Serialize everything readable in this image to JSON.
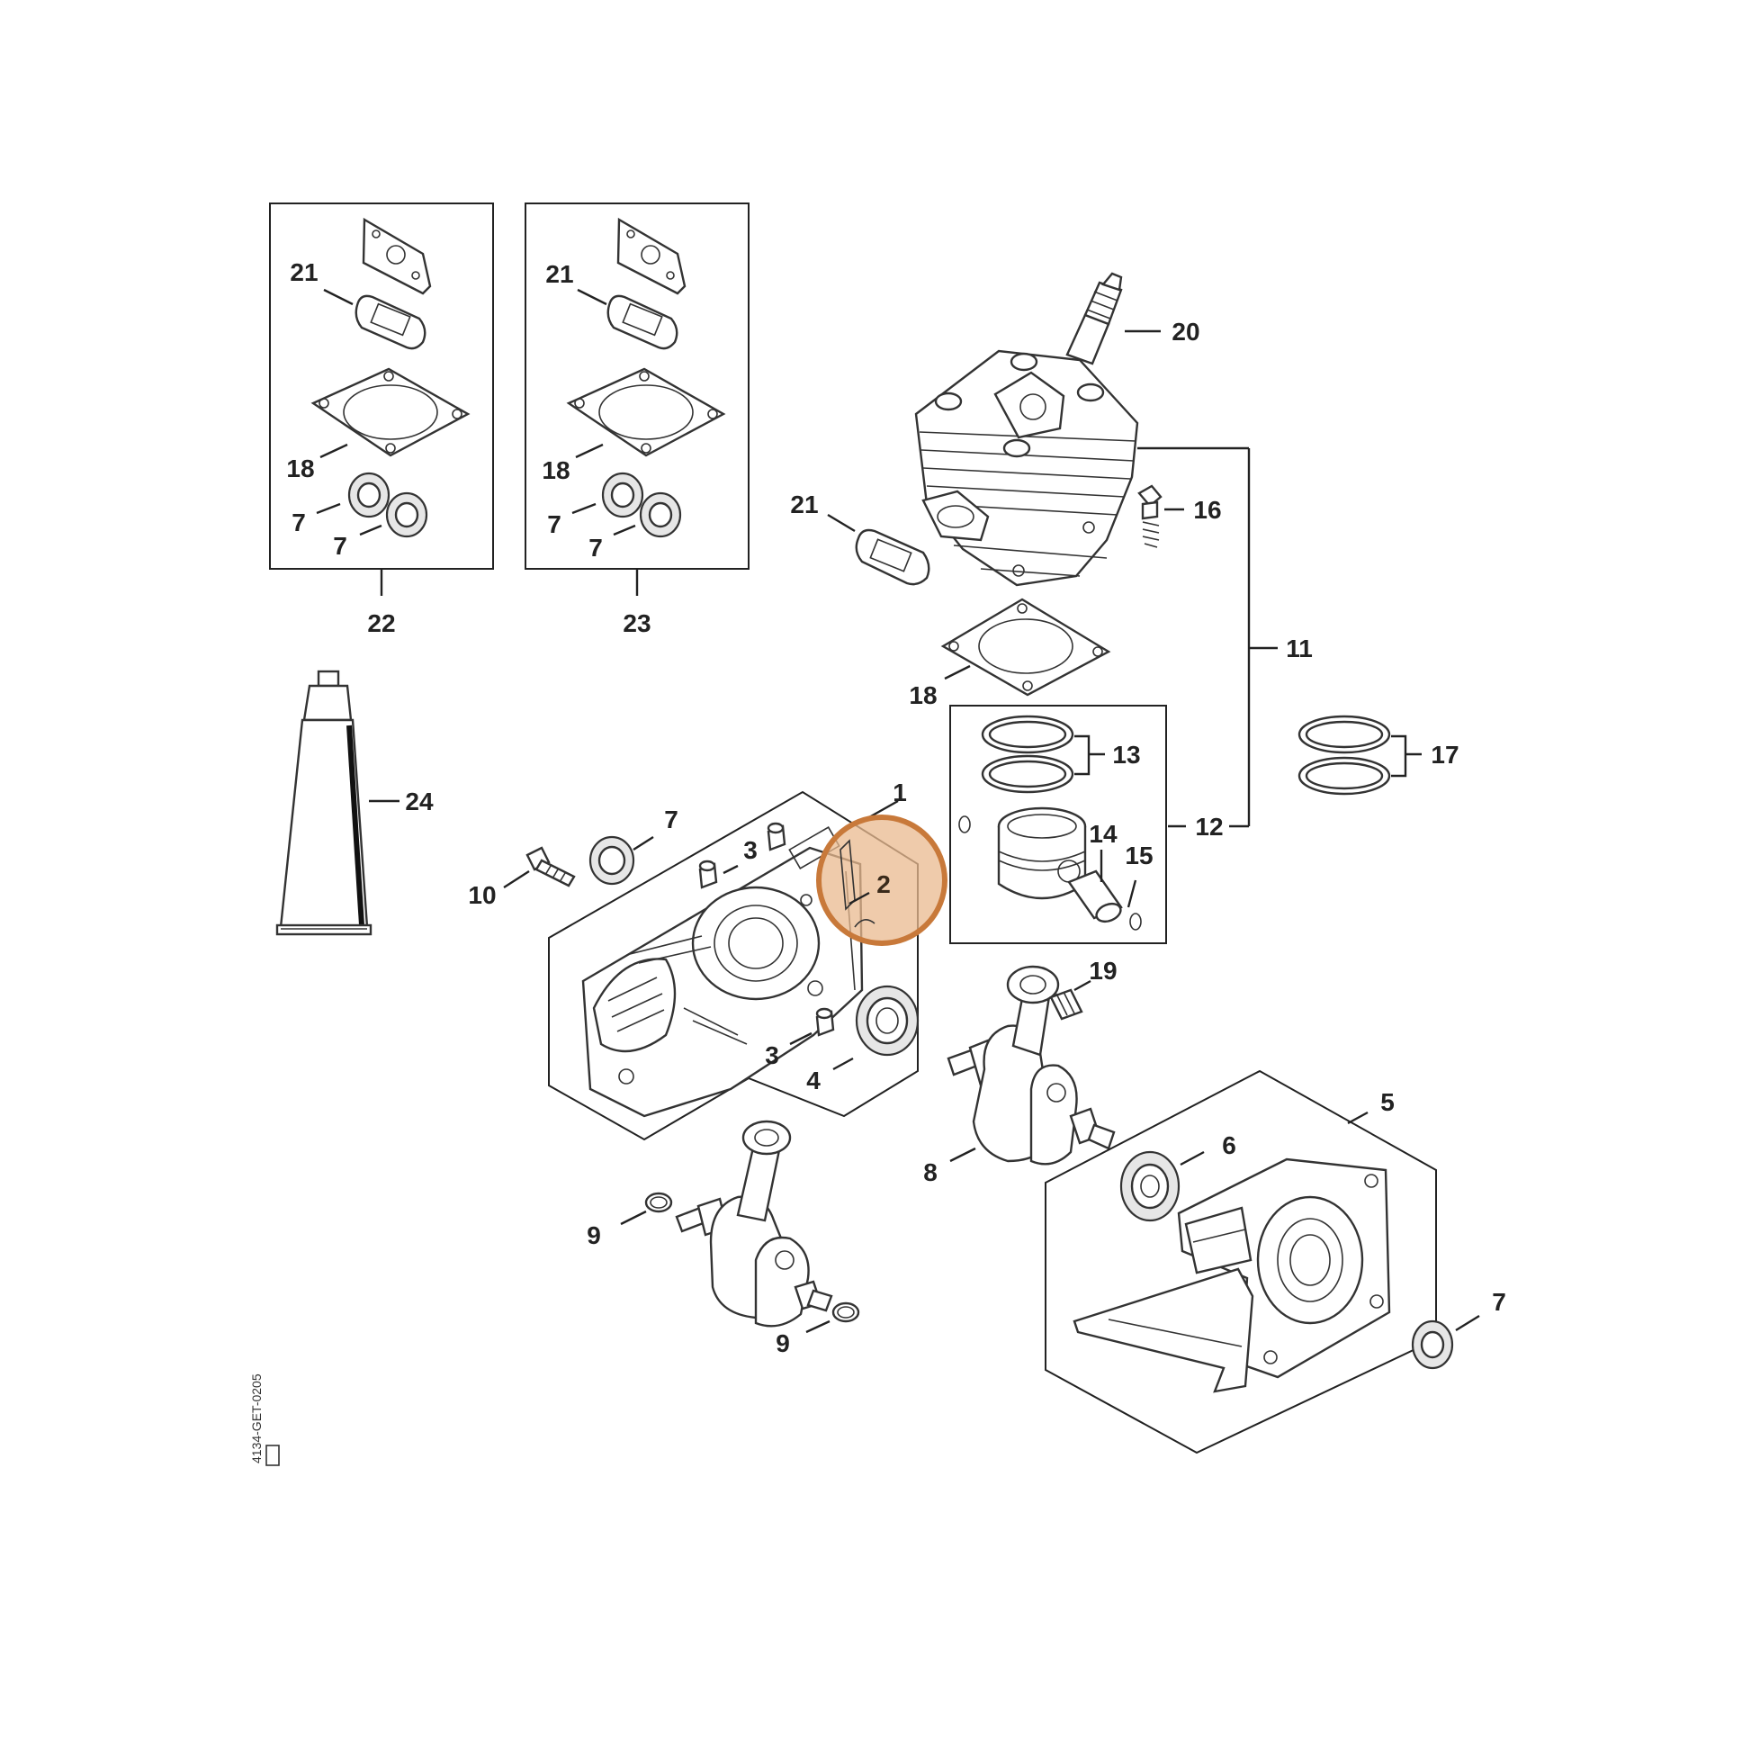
{
  "diagram": {
    "highlight_color": "#c8793a",
    "highlight_fill": "#e9b98f",
    "callouts": {
      "c1": "1",
      "c2": "2",
      "c3a": "3",
      "c3b": "3",
      "c4": "4",
      "c5": "5",
      "c6": "6",
      "c7a": "7",
      "c7b": "7",
      "c7c": "7",
      "c7d": "7",
      "c7e": "7",
      "c7f": "7",
      "c8": "8",
      "c9a": "9",
      "c9b": "9",
      "c10": "10",
      "c11": "11",
      "c12": "12",
      "c13": "13",
      "c14": "14",
      "c15": "15",
      "c16": "16",
      "c17": "17",
      "c18a": "18",
      "c18b": "18",
      "c18c": "18",
      "c19": "19",
      "c20": "20",
      "c21a": "21",
      "c21b": "21",
      "c21c": "21",
      "c22": "22",
      "c23": "23",
      "c24": "24"
    },
    "reference_code": "4134-GET-0205"
  }
}
